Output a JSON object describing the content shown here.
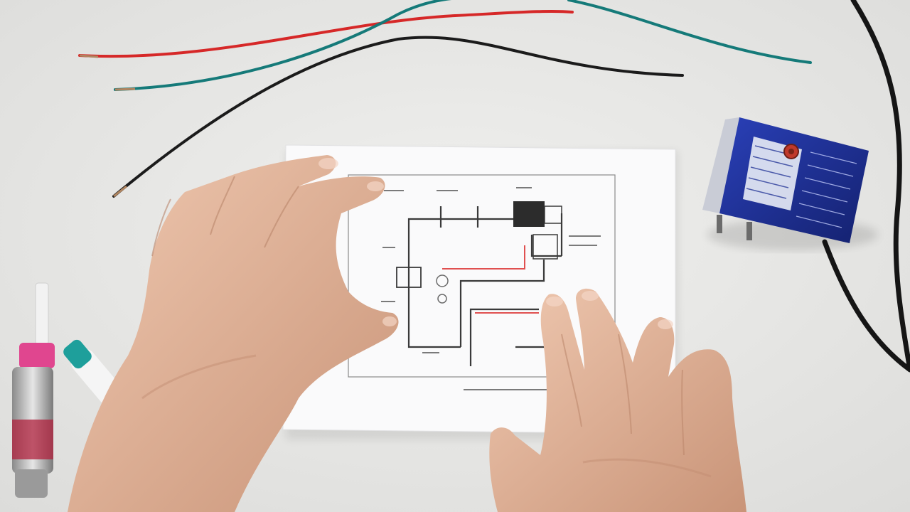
{
  "scene": {
    "objects": [
      {
        "name": "red-wire",
        "color": "#d62828"
      },
      {
        "name": "teal-wire",
        "color": "#157a79"
      },
      {
        "name": "black-wire",
        "color": "#1b1b1b"
      },
      {
        "name": "power-cord",
        "color": "#151515"
      },
      {
        "name": "blue-relay-box",
        "color": "#1c2f9c"
      },
      {
        "name": "wiring-diagram-paper",
        "color": "#fafafb"
      },
      {
        "name": "left-hand",
        "color": "#e2b79c"
      },
      {
        "name": "right-hand",
        "color": "#e6bda4"
      },
      {
        "name": "pink-syringe",
        "color": "#e0468f"
      },
      {
        "name": "teal-cap-marker",
        "color": "#1e9f9b"
      }
    ]
  },
  "colors": {
    "background": "#e9e9e7",
    "paper": "#fafafb",
    "diagram_line": "#3a3a3a",
    "diagram_red": "#e05050",
    "box_blue": "#1c2f9c",
    "skin": "#e4b99e"
  }
}
